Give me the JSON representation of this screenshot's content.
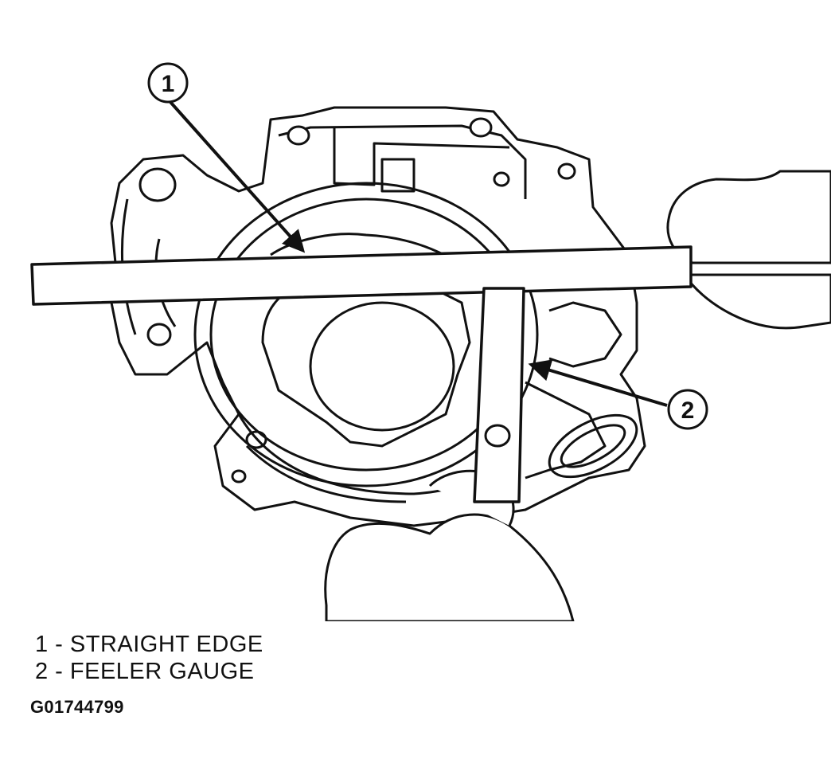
{
  "callouts": [
    {
      "number": "1",
      "label": "STRAIGHT EDGE",
      "legend_text": "1 - STRAIGHT EDGE"
    },
    {
      "number": "2",
      "label": "FEELER GAUGE",
      "legend_text": "2 - FEELER GAUGE"
    }
  ],
  "figure_id": "G01744799",
  "colors": {
    "ink": "#111111",
    "paper": "#ffffff"
  }
}
